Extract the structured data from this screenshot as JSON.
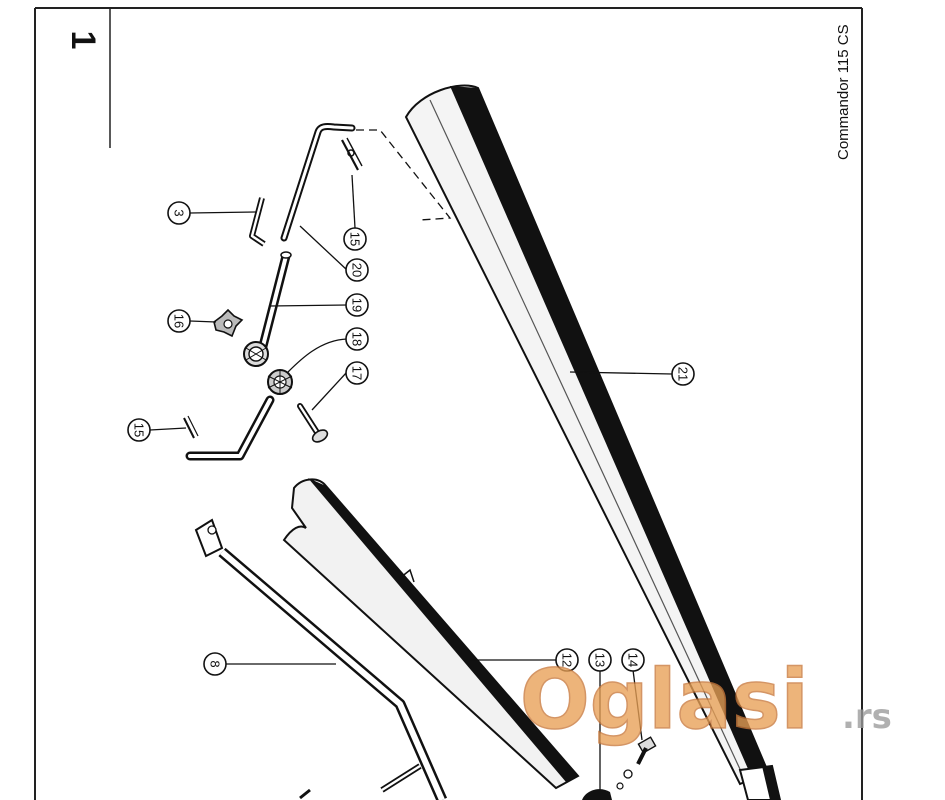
{
  "page_number": "1",
  "model_title": "Commandor 115 CS",
  "parts": [
    {
      "id": "p3",
      "label": "3",
      "name": "hex-key"
    },
    {
      "id": "p15a",
      "label": "15",
      "name": "split-pin-upper"
    },
    {
      "id": "p20",
      "label": "20",
      "name": "push-rod"
    },
    {
      "id": "p19",
      "label": "19",
      "name": "link-arm"
    },
    {
      "id": "p16",
      "label": "16",
      "name": "star-knob"
    },
    {
      "id": "p18",
      "label": "18",
      "name": "ratchet-gear"
    },
    {
      "id": "p17",
      "label": "17",
      "name": "pin-bolt"
    },
    {
      "id": "p15b",
      "label": "15",
      "name": "split-pin-lower"
    },
    {
      "id": "p21",
      "label": "21",
      "name": "main-handle-tube"
    },
    {
      "id": "p8",
      "label": "8",
      "name": "side-rod"
    },
    {
      "id": "p12",
      "label": "12",
      "name": "lower-tube"
    },
    {
      "id": "p13",
      "label": "13",
      "name": "spacer"
    },
    {
      "id": "p14",
      "label": "14",
      "name": "bolt-nut"
    }
  ],
  "watermark": {
    "brand": "Oglasi",
    "suffix": ".rs",
    "color": "#e8a056"
  }
}
